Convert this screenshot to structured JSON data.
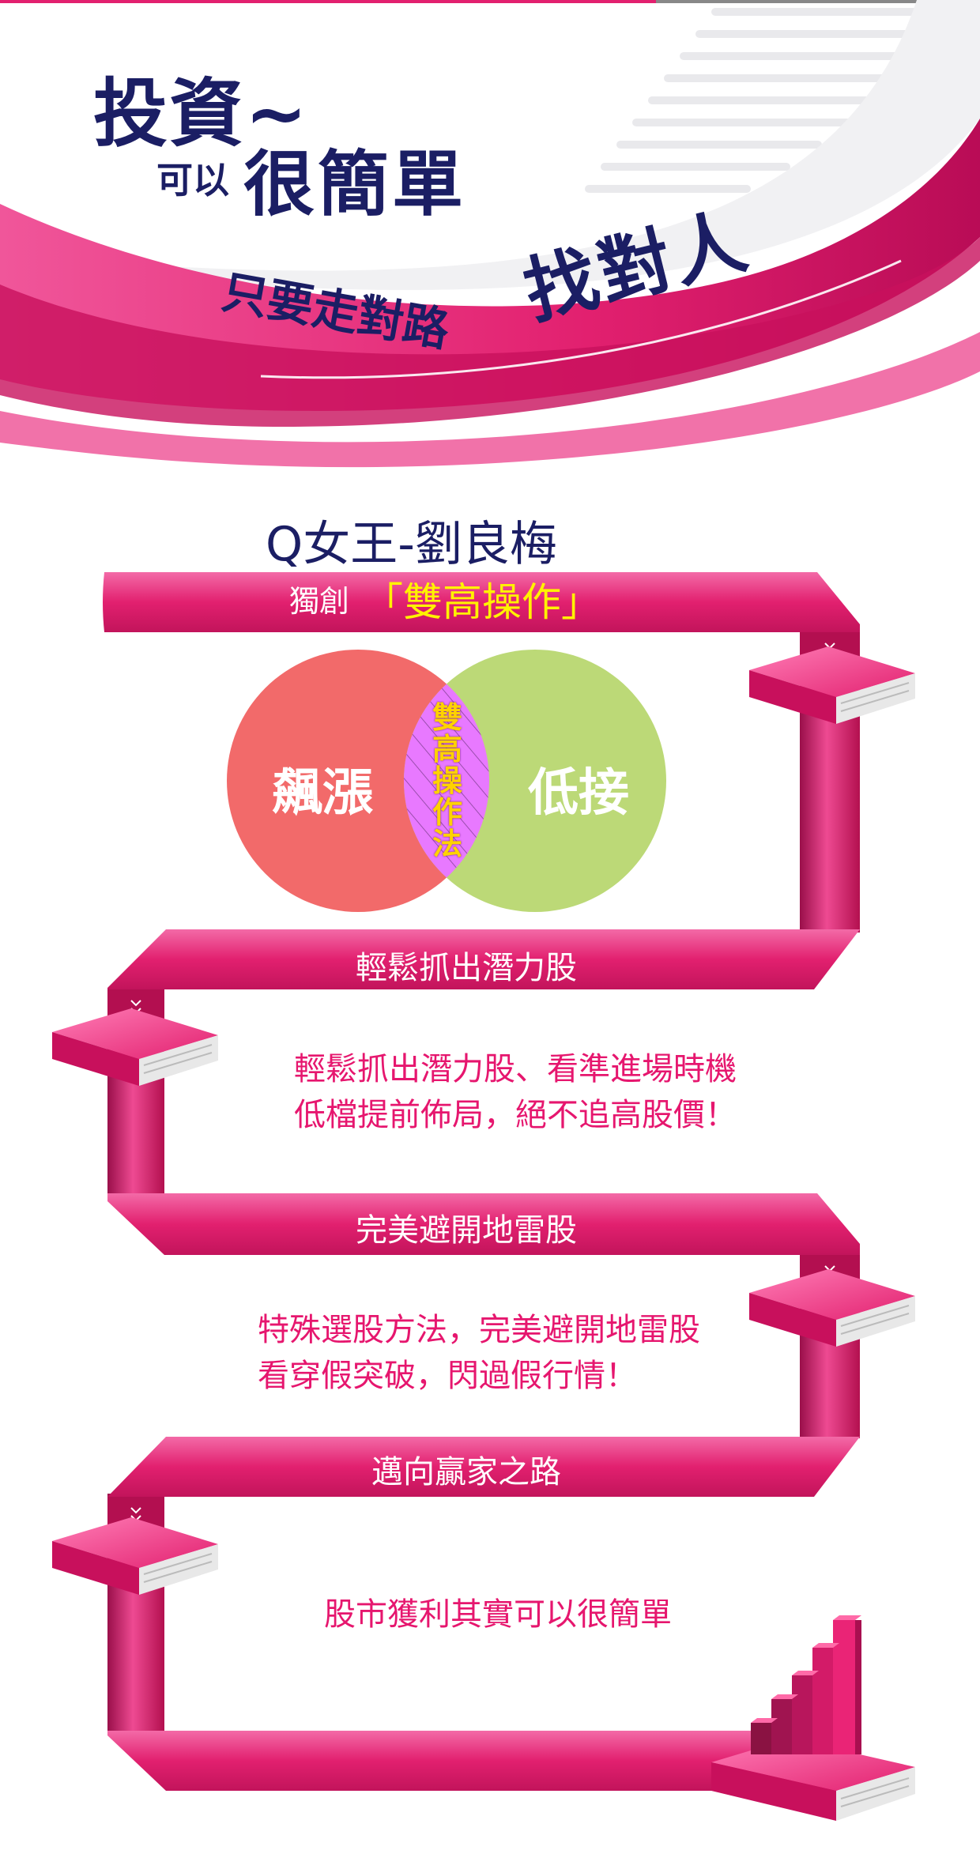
{
  "hero": {
    "line1": "投資~",
    "line2_small": "可以",
    "line2": "很簡單",
    "line3": "只要走對路",
    "line4": "找對人"
  },
  "brand": "Q女王-劉良梅",
  "section1": {
    "prefix": "獨創",
    "highlight": "「雙高操作」",
    "venn": {
      "left": "飆漲",
      "right": "低接",
      "center": "雙高操作法"
    }
  },
  "section2": {
    "title": "輕鬆抓出潛力股",
    "lines": [
      "輕鬆抓出潛力股、看準進場時機",
      "低檔提前佈局，絕不追高股價！"
    ]
  },
  "section3": {
    "title": "完美避開地雷股",
    "lines": [
      "特殊選股方法，完美避開地雷股",
      "看穿假突破，閃過假行情！"
    ]
  },
  "section4": {
    "title": "邁向贏家之路",
    "lines": [
      "股市獲利其實可以很簡單"
    ]
  },
  "colors": {
    "pink": "#e6166e",
    "navy": "#1b1e64",
    "venn_left": "#f26a6a",
    "venn_right": "#bcd977",
    "venn_center": "#e879ff",
    "highlight": "#fff200"
  }
}
